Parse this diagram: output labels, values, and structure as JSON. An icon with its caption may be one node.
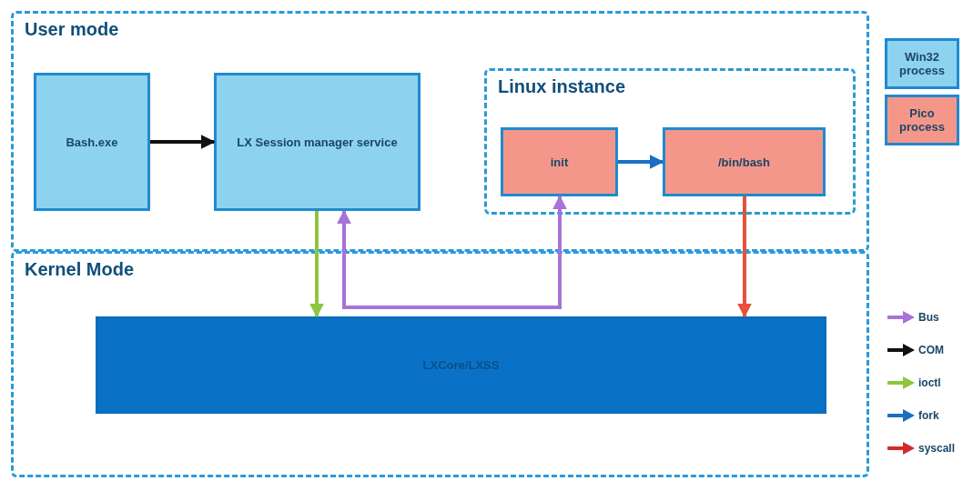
{
  "diagram": {
    "nodes": [
      {
        "text": [
          "User mode"
        ]
      },
      {
        "text": [
          "Bash.exe"
        ],
        "in": 0
      },
      {
        "text": [
          "LX Session manager service"
        ],
        "in": 0
      },
      {
        "text": [
          "Linux instance"
        ],
        "in": 0
      },
      {
        "text": [
          "init"
        ],
        "in": 3
      },
      {
        "text": [
          "/bin/bash"
        ],
        "in": 3
      },
      {
        "text": [
          "Kernel Mode"
        ]
      },
      {
        "text": [
          "LXCore/LXSS"
        ],
        "in": 6
      }
    ],
    "edges": [
      {
        "from": 1,
        "to": 2,
        "arrow": "to",
        "color": "#111111"
      },
      {
        "from": 4,
        "to": 5,
        "arrow": "to",
        "color": "#1a6fc4"
      },
      {
        "from": 2,
        "to": 7,
        "arrow": "to",
        "color": "#8cc63f"
      },
      {
        "from": 4,
        "to": 2,
        "arrow": "both",
        "color": "#a872d8"
      },
      {
        "from": 5,
        "to": 7,
        "arrow": "to",
        "color": "#e8503a"
      }
    ],
    "legend": [
      {
        "text": "Win32 process",
        "color": "#8dd3f0"
      },
      {
        "text": "Pico process",
        "color": "#f4978a"
      },
      {
        "text": "Bus"
      },
      {
        "text": "COM"
      },
      {
        "text": "ioctl"
      },
      {
        "text": "fork"
      },
      {
        "text": "syscall"
      }
    ]
  }
}
